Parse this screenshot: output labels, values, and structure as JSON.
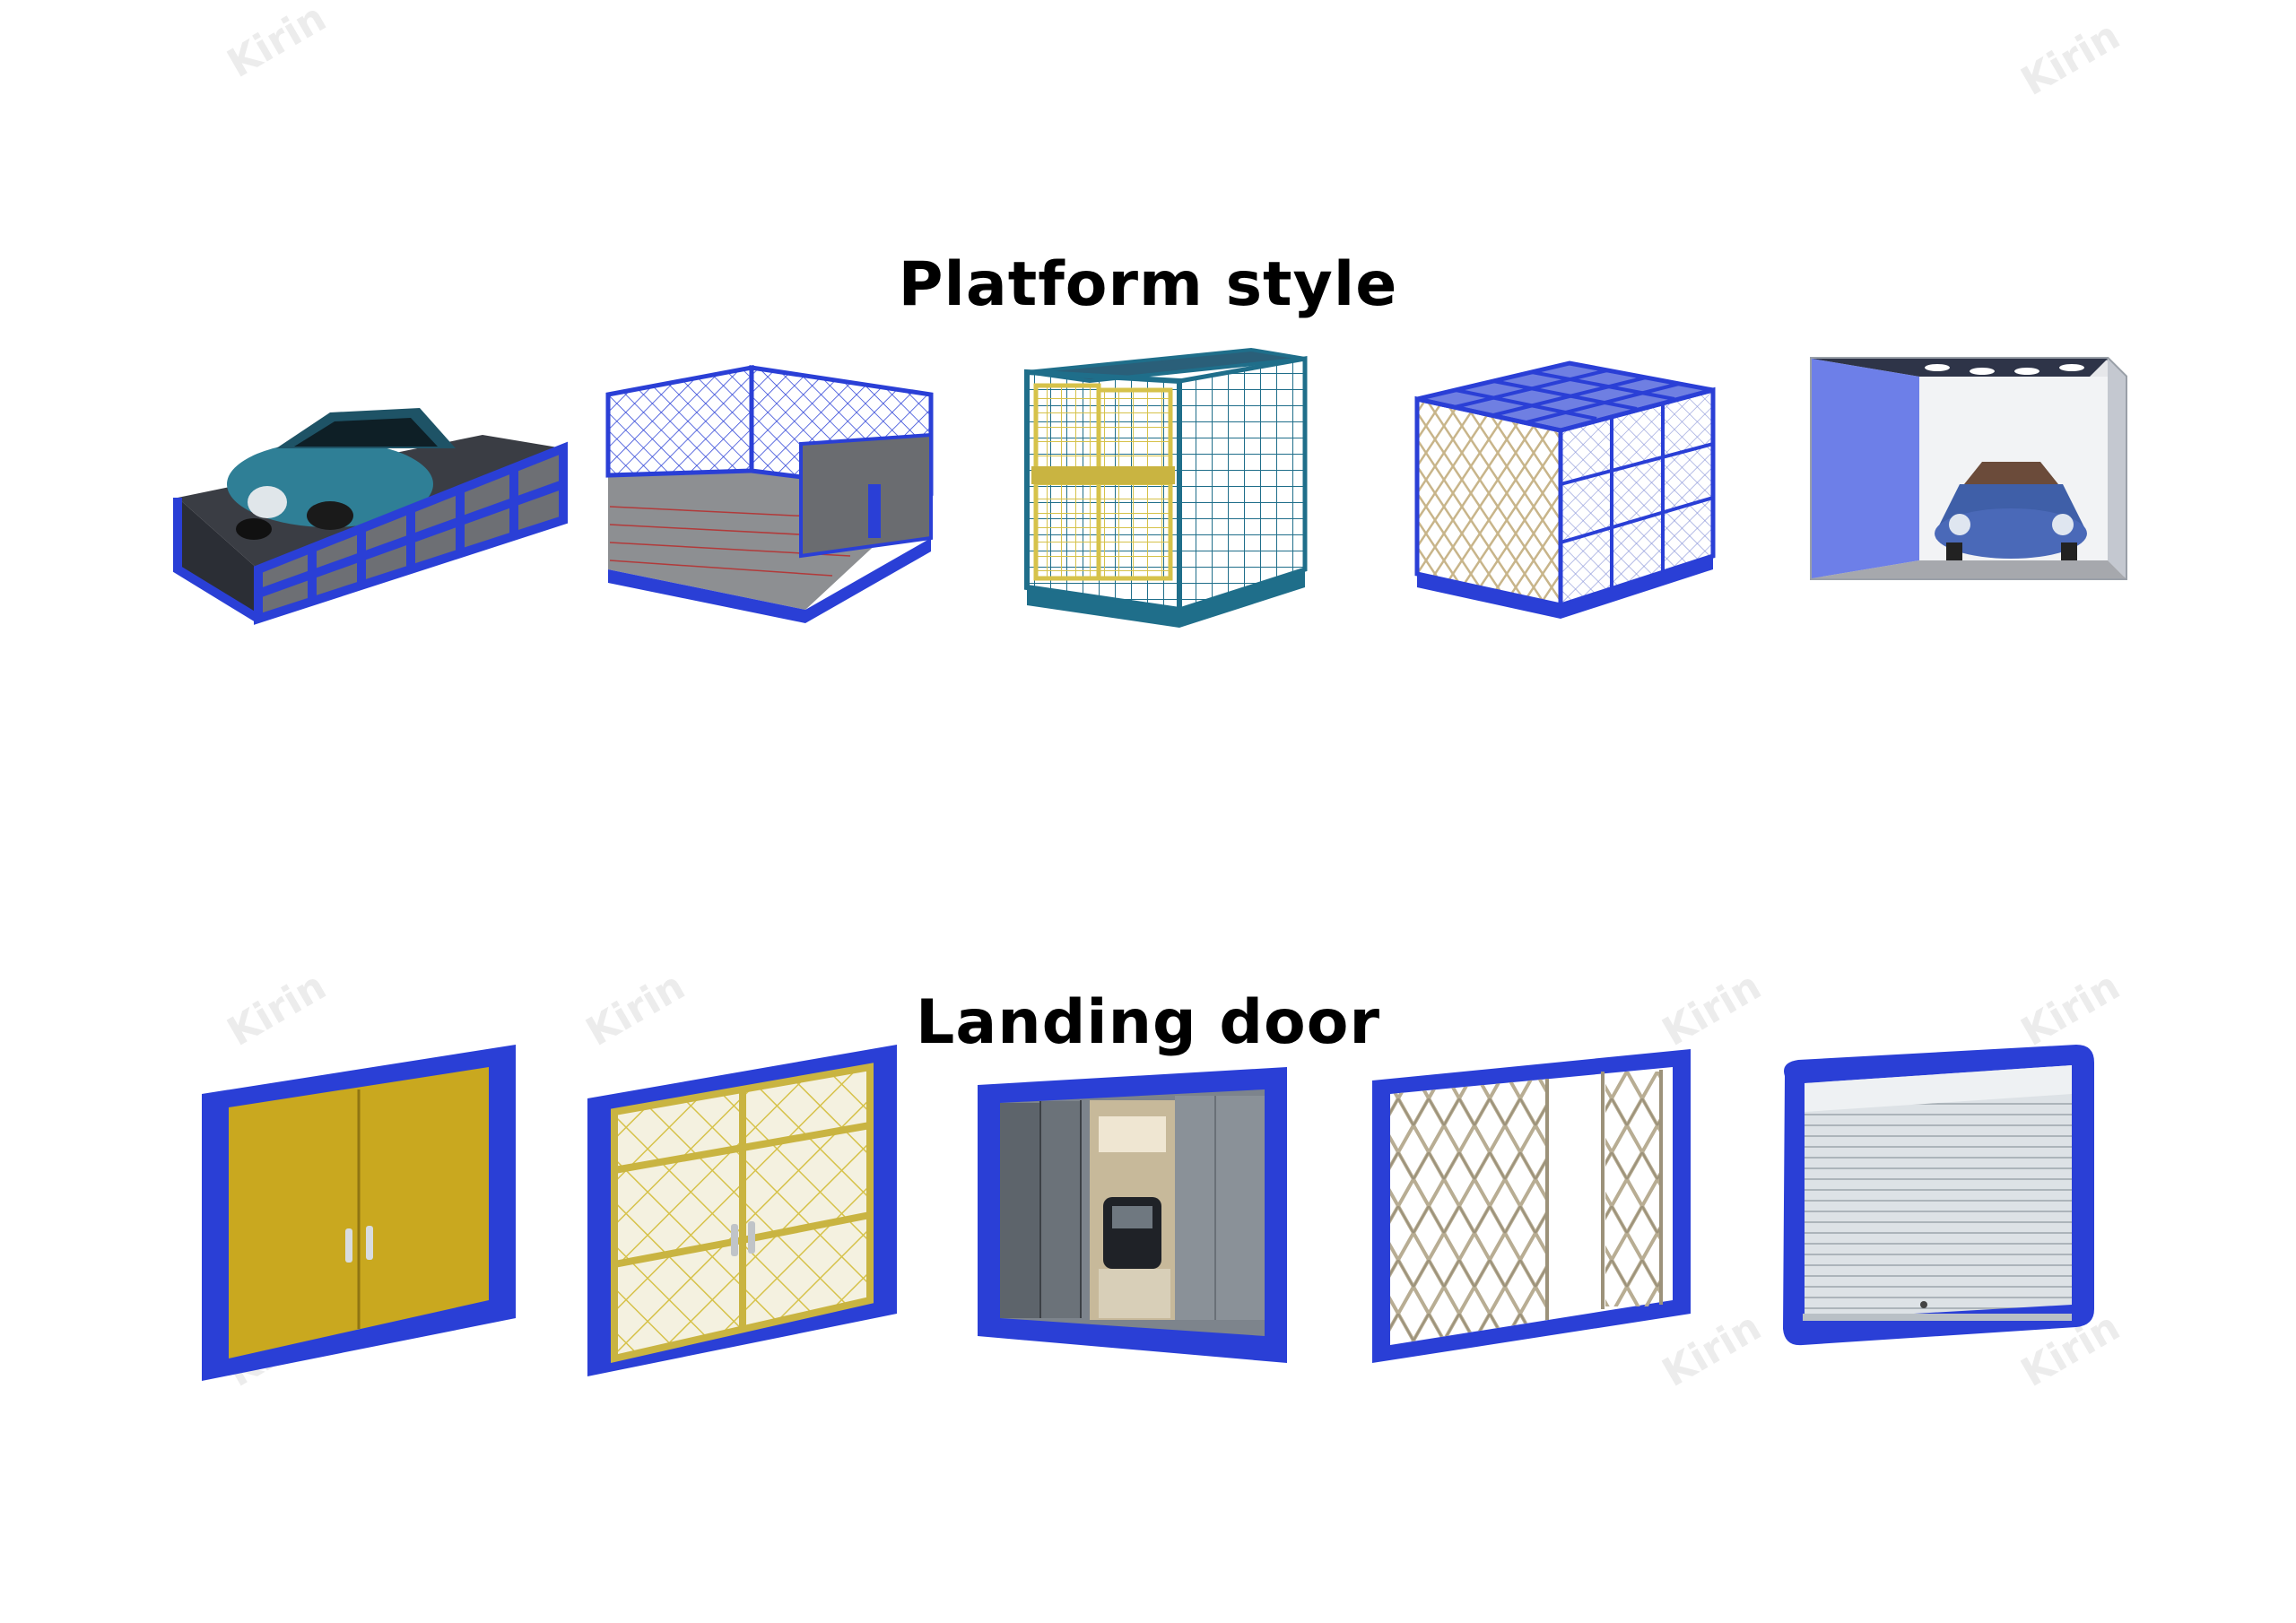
{
  "headings": {
    "platform": "Platform style",
    "landing": "Landing door"
  },
  "watermark": "Kirin",
  "colors": {
    "frame_blue": "#2a3fd6",
    "door_yellow": "#c9a81f",
    "mesh_yellow": "#d6c24a",
    "teal": "#1f6e8a",
    "steel_gray": "#8a8e93",
    "car_teal": "#2f7f96"
  },
  "platform_items": [
    {
      "icon": "open-platform-with-car-icon"
    },
    {
      "icon": "mesh-fence-platform-icon"
    },
    {
      "icon": "full-cage-platform-teal-icon"
    },
    {
      "icon": "blue-cage-platform-icon"
    },
    {
      "icon": "enclosed-car-cabin-icon"
    }
  ],
  "door_items": [
    {
      "icon": "yellow-swing-door-icon"
    },
    {
      "icon": "yellow-mesh-swing-door-icon"
    },
    {
      "icon": "sliding-metal-door-icon"
    },
    {
      "icon": "scissor-gate-door-icon"
    },
    {
      "icon": "rolling-shutter-door-icon"
    }
  ]
}
